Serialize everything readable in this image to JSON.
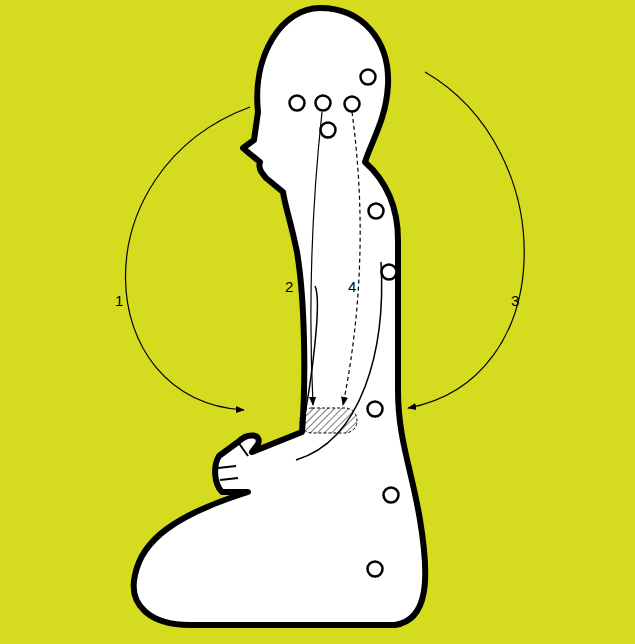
{
  "diagram": {
    "labels": [
      "1",
      "2",
      "4",
      "3"
    ]
  }
}
